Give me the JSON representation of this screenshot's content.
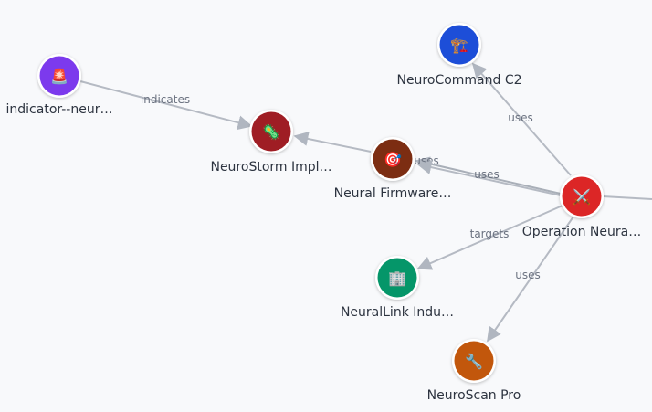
{
  "graph": {
    "nodes": {
      "indicator": {
        "label": "indicator--neur…",
        "icon": "siren-icon",
        "glyph": "🚨",
        "color": "#7c3aed"
      },
      "neurostorm": {
        "label": "NeuroStorm Impl…",
        "icon": "microbe-icon",
        "glyph": "🦠",
        "color": "#9f1d24"
      },
      "firmware": {
        "label": "Neural Firmware…",
        "icon": "target-icon",
        "glyph": "🎯",
        "color": "#7c2d12"
      },
      "command": {
        "label": "NeuroCommand C2",
        "icon": "crane-icon",
        "glyph": "🏗️",
        "color": "#1d4ed8"
      },
      "operation": {
        "label": "Operation Neura…",
        "icon": "crossed-swords-icon",
        "glyph": "⚔️",
        "color": "#dc2626"
      },
      "neurallink": {
        "label": "NeuralLink Indu…",
        "icon": "building-icon",
        "glyph": "🏢",
        "color": "#059669"
      },
      "neuroscan": {
        "label": "NeuroScan Pro",
        "icon": "wrench-icon",
        "glyph": "🔧",
        "color": "#c2570c"
      }
    },
    "edges": {
      "indicator_neurostorm": {
        "label": "indicates"
      },
      "firmware_neurostorm": {
        "label": ""
      },
      "operation_firmware_a": {
        "label": "uses"
      },
      "operation_firmware_b": {
        "label": "uses"
      },
      "operation_command": {
        "label": "uses"
      },
      "operation_neurallink": {
        "label": "targets"
      },
      "operation_neuroscan": {
        "label": "uses"
      },
      "operation_offscreen": {
        "label": ""
      }
    }
  }
}
